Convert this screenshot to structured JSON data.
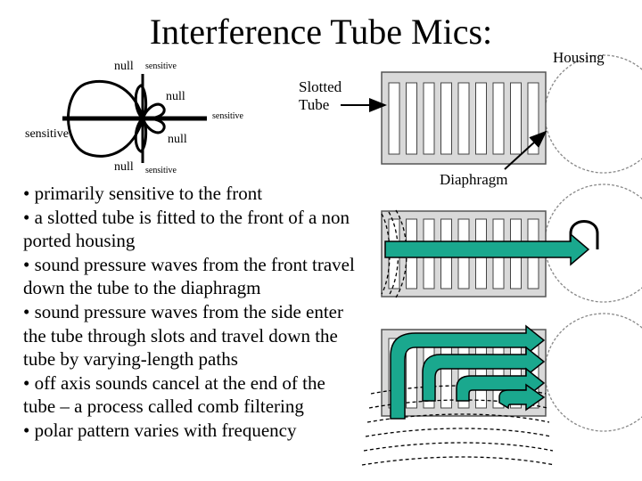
{
  "title": "Interference Tube Mics:",
  "polar": {
    "null_left_top": "null",
    "sensitive_top": "sensitive",
    "null_mid_top": "null",
    "sensitive_right": "sensitive",
    "sensitive_left": "sensitive",
    "null_mid_bottom": "null",
    "null_left_bottom": "null",
    "sensitive_bottom": "sensitive"
  },
  "labels": {
    "housing": "Housing",
    "slotted_tube": "Slotted\nTube",
    "diaphragm": "Diaphragm"
  },
  "bullets": [
    "• primarily sensitive to the front",
    "• a slotted tube is fitted to the front of a non ported housing",
    "• sound pressure waves from the front travel down the tube to the diaphragm",
    "• sound pressure waves from the side enter the tube through slots and travel down the tube by varying-length paths",
    "• off axis sounds cancel at the end of the tube – a process called comb filtering",
    "• polar pattern varies with frequency"
  ],
  "colors": {
    "tube_fill": "#d9d9d9",
    "arrow": "#1aa88e",
    "arrow_outline": "#000000"
  }
}
